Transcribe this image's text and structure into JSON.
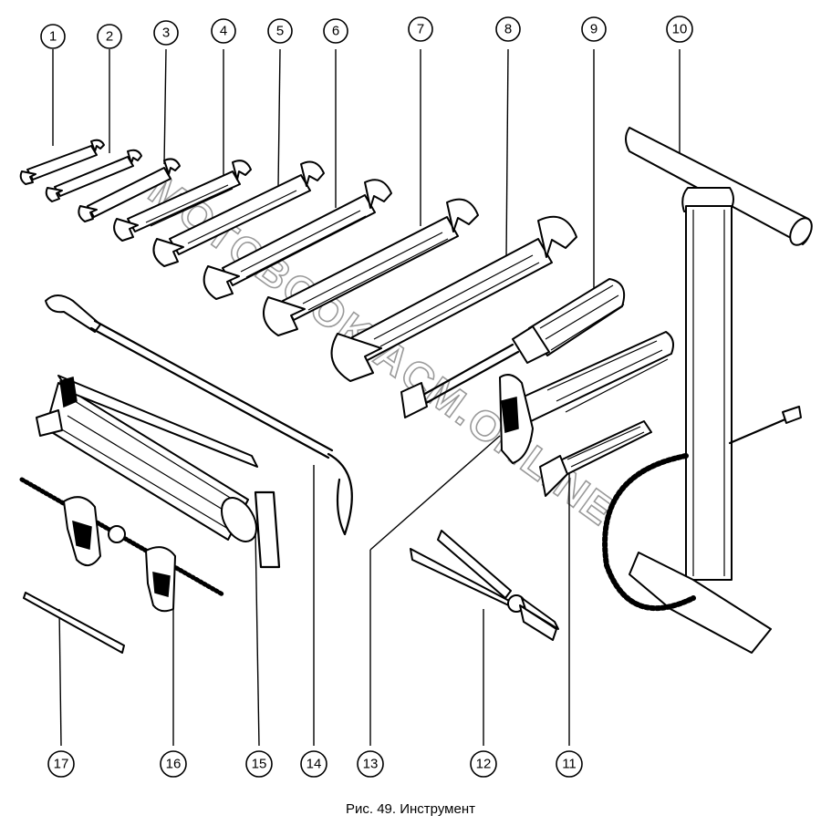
{
  "caption": "Рис. 49. Инструмент",
  "watermark": "MOTOBOOK.ACM.ONLINE",
  "callouts": [
    {
      "id": "1",
      "label": "1"
    },
    {
      "id": "2",
      "label": "2"
    },
    {
      "id": "3",
      "label": "3"
    },
    {
      "id": "4",
      "label": "4"
    },
    {
      "id": "5",
      "label": "5"
    },
    {
      "id": "6",
      "label": "6"
    },
    {
      "id": "7",
      "label": "7"
    },
    {
      "id": "8",
      "label": "8"
    },
    {
      "id": "9",
      "label": "9"
    },
    {
      "id": "10",
      "label": "10"
    },
    {
      "id": "11",
      "label": "11"
    },
    {
      "id": "12",
      "label": "12"
    },
    {
      "id": "13",
      "label": "13"
    },
    {
      "id": "14",
      "label": "14"
    },
    {
      "id": "15",
      "label": "15"
    },
    {
      "id": "16",
      "label": "16"
    },
    {
      "id": "17",
      "label": "17"
    }
  ],
  "colors": {
    "ink": "#000000",
    "paper": "#ffffff",
    "watermark": "#9a9a9a"
  }
}
